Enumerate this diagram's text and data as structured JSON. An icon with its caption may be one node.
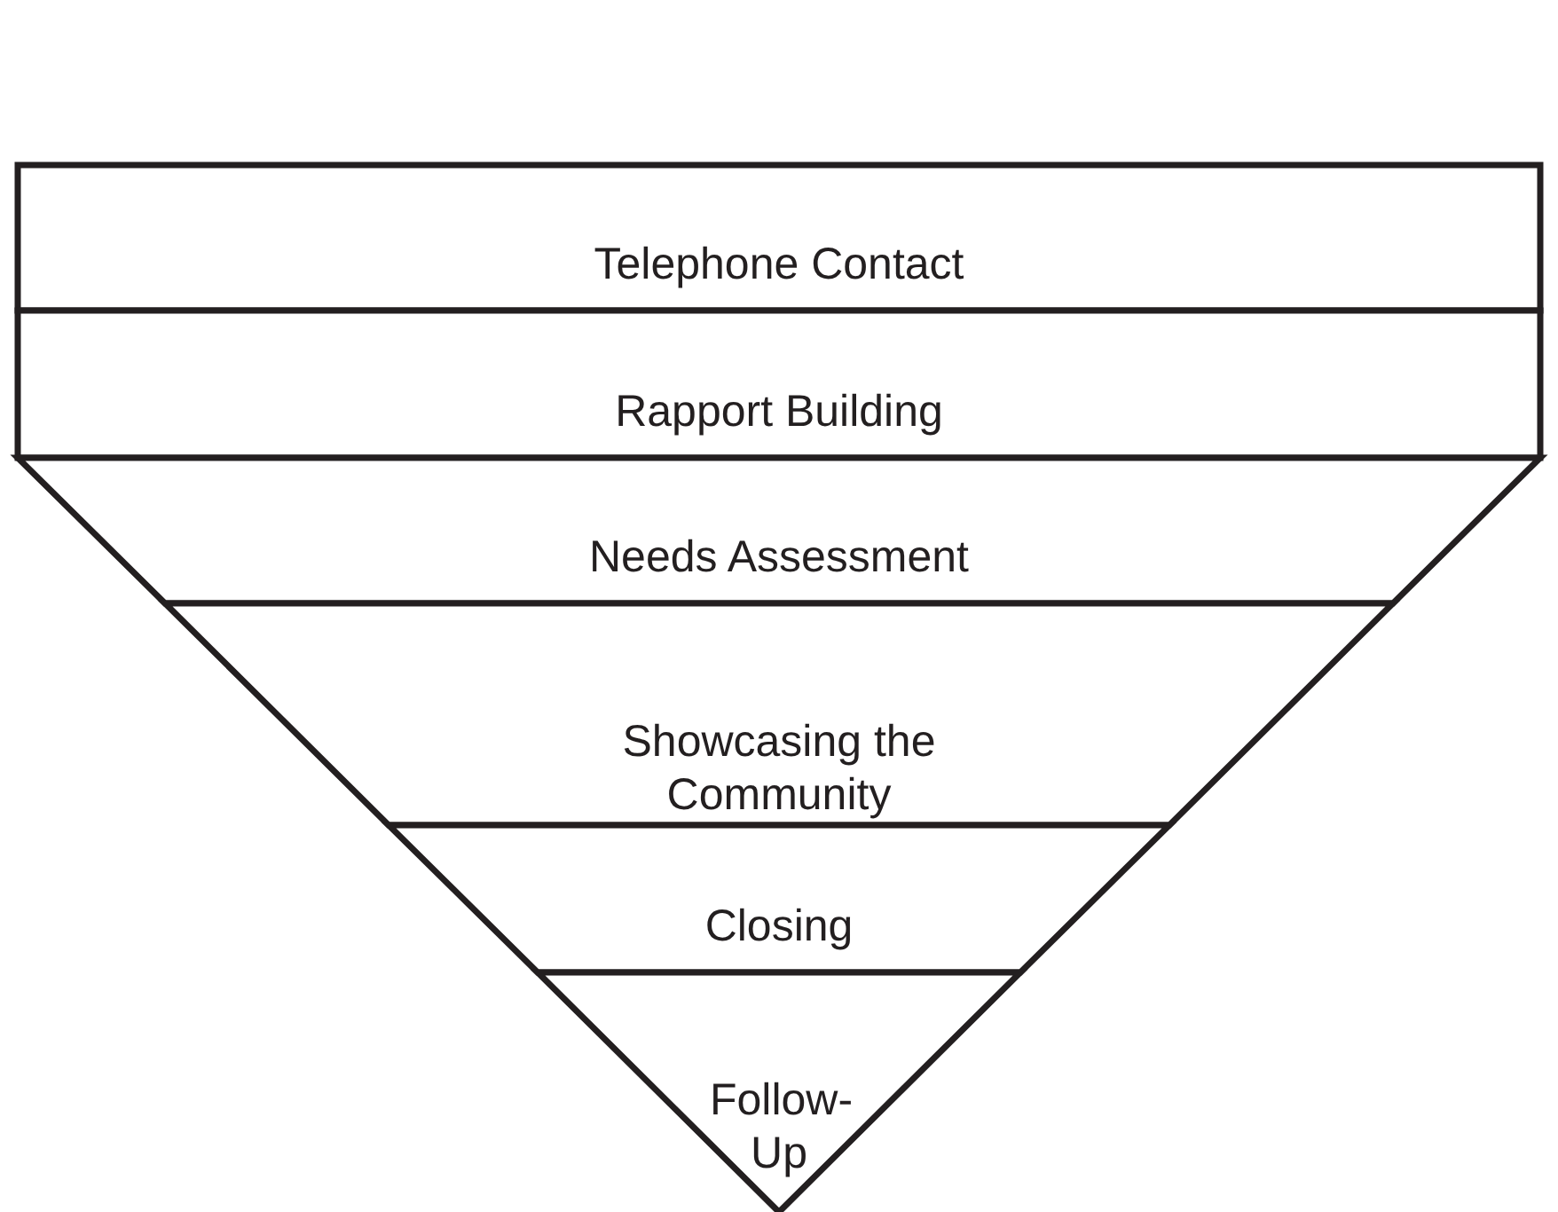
{
  "diagram": {
    "nodes": [
      {
        "text": [
          "Telephone Contact"
        ]
      },
      {
        "text": [
          "Rapport Building"
        ]
      },
      {
        "text": [
          "Needs Assessment"
        ]
      },
      {
        "text": [
          "Showcasing the Community"
        ]
      },
      {
        "text": [
          "Closing"
        ]
      },
      {
        "text": [
          "Follow-Up"
        ]
      }
    ]
  }
}
